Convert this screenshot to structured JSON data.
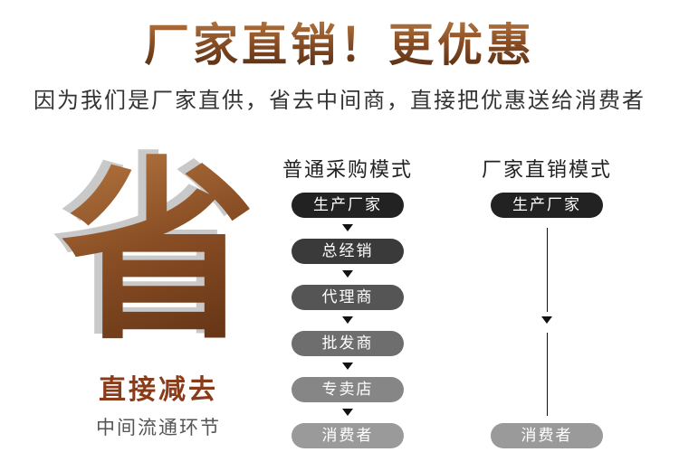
{
  "header": {
    "title": "厂家直销！更优惠",
    "subtitle": "因为我们是厂家直供，省去中间商，直接把优惠送给消费者"
  },
  "left_panel": {
    "big_char": "省",
    "cut_title": "直接减去",
    "cut_sub": "中间流通环节"
  },
  "normal_mode": {
    "title": "普通采购模式",
    "steps": [
      "生产厂家",
      "总经销",
      "代理商",
      "批发商",
      "专卖店",
      "消费者"
    ]
  },
  "direct_mode": {
    "title": "厂家直销模式",
    "steps": [
      "生产厂家",
      "消费者"
    ]
  },
  "colors": {
    "brand_brown": "#8a4e25",
    "pill_gradient": [
      "#222222",
      "#3a3a3a",
      "#555555",
      "#6e6e6e",
      "#868686",
      "#9a9a9a"
    ]
  }
}
